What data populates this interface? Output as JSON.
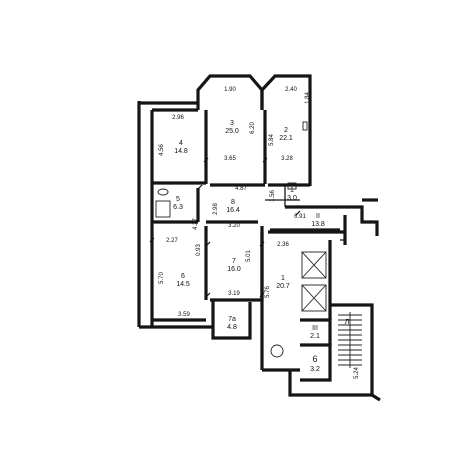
{
  "rooms": [
    {
      "num": "1",
      "area": "20.7"
    },
    {
      "num": "2",
      "area": "22.1"
    },
    {
      "num": "3",
      "area": "25.0"
    },
    {
      "num": "4",
      "area": "14.8"
    },
    {
      "num": "5",
      "area": "6.3"
    },
    {
      "num": "6",
      "area": "14.5"
    },
    {
      "num": "7",
      "area": "16.0"
    },
    {
      "num": "7a",
      "area": "4.8"
    },
    {
      "num": "8",
      "area": "16.4"
    },
    {
      "num": "II",
      "area": "13.8"
    },
    {
      "num": "III",
      "area": "2.1"
    },
    {
      "num": "6",
      "area": "3.2"
    },
    {
      "num": "1",
      "area": "3.0"
    }
  ],
  "dimensions": {
    "d1_90": "1.90",
    "d2_40": "2.40",
    "d1_84": "1.84",
    "d2_96": "2.96",
    "d4_56": "4.56",
    "d6_20": "6.20",
    "d3_65": "3.65",
    "d5_84": "5.84",
    "d3_28": "3.28",
    "d4_87": "4.87",
    "d1_56": "1.56",
    "d2_98": "2.98",
    "d4_27": "4.27",
    "d6_91": "6.91",
    "d2_36": "2.36",
    "d2_27": "2.27",
    "d0_93": "0.93",
    "d5_01": "5.01",
    "d3_20": "3.20",
    "d5_76": "5.76",
    "d5_70": "5.70",
    "d3_19": "3.19",
    "d3_59": "3.59",
    "d5_24": "5.24"
  },
  "stair_label": "Л"
}
